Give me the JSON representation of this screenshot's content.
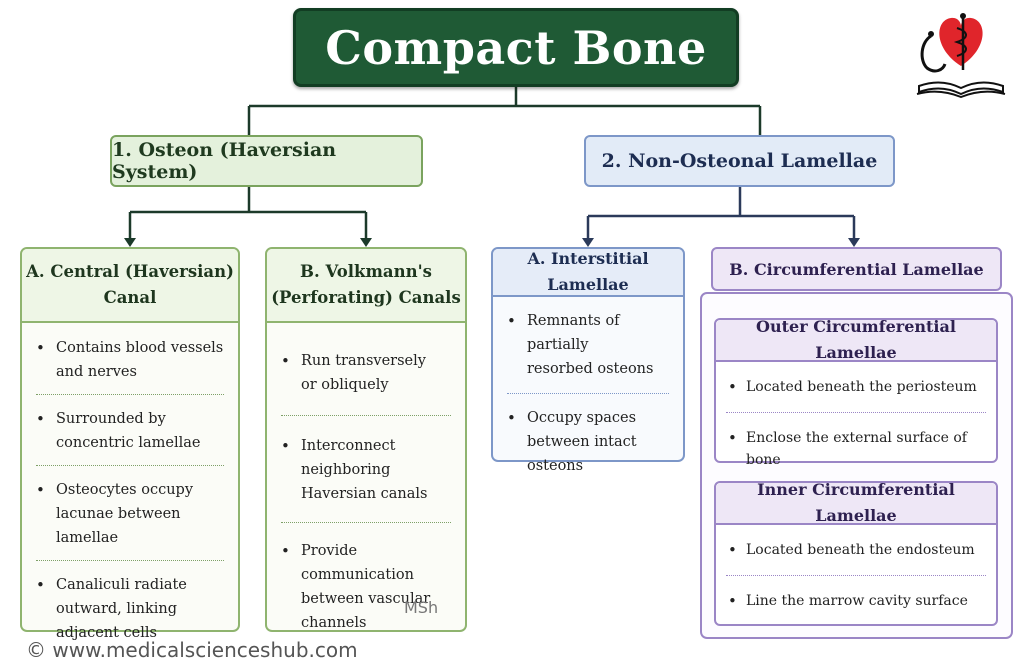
{
  "title": "Compact Bone",
  "sections": {
    "osteon": "1. Osteon (Haversian System)",
    "non_osteon": "2. Non-Osteonal Lamellae"
  },
  "cards": {
    "central": {
      "title_line1": "A. Central (Haversian)",
      "title_line2": "Canal",
      "bullets": [
        [
          "Contains blood vessels",
          "and nerves"
        ],
        [
          "Surrounded by",
          "concentric lamellae"
        ],
        [
          "Osteocytes occupy",
          "lacunae between lamellae"
        ],
        [
          "Canaliculi radiate",
          "outward, linking",
          "adjacent cells"
        ]
      ]
    },
    "volkmann": {
      "title_line1": "B. Volkmann's",
      "title_line2": "(Perforating) Canals",
      "bullets": [
        [
          "Run transversely",
          "or obliquely"
        ],
        [
          "Interconnect neighboring",
          "Haversian canals"
        ],
        [
          "Provide communication",
          "between vascular",
          "channels"
        ]
      ]
    },
    "interstitial": {
      "title": "A. Interstitial Lamellae",
      "bullets": [
        [
          "Remnants of partially",
          "resorbed osteons"
        ],
        [
          "Occupy spaces",
          "between intact osteons"
        ]
      ]
    },
    "circumferential": {
      "title": "B. Circumferential Lamellae",
      "outer": {
        "title": "Outer Circumferential Lamellae",
        "bullets": [
          "Located beneath the periosteum",
          "Enclose the external surface of bone"
        ]
      },
      "inner": {
        "title": "Inner Circumferential Lamellae",
        "bullets": [
          "Located beneath the endosteum",
          "Line the marrow cavity surface"
        ]
      }
    }
  },
  "watermark": "MSh",
  "footer": "© www.medicalscienceshub.com",
  "colors": {
    "title_bg": "#1f5a35",
    "green_accent": "#8fb46f",
    "blue_accent": "#7d97c8",
    "purple_accent": "#9b86c6",
    "logo_heart": "#e0252b"
  },
  "icons": [
    "stethoscope-heart-book-logo"
  ]
}
